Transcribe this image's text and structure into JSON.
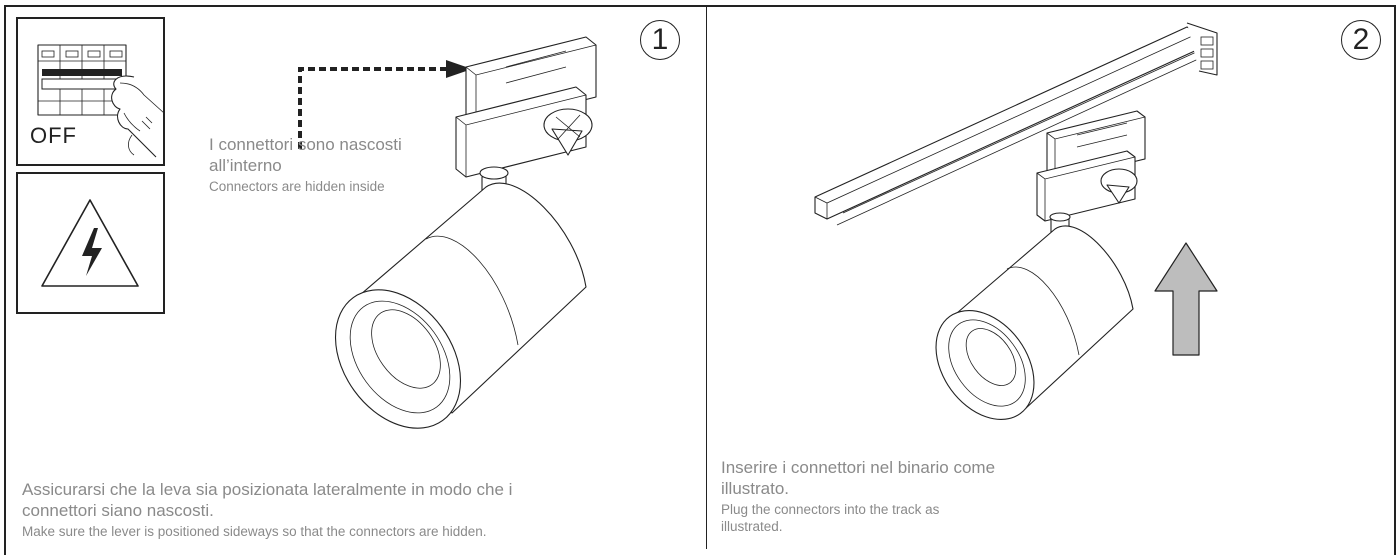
{
  "steps": [
    {
      "number": "1",
      "icons": {
        "breaker_label": "OFF",
        "warning_icon": "high-voltage-warning-icon",
        "breaker_icon": "circuit-breaker-off-icon"
      },
      "callout": {
        "it": "I connettori sono nascosti all’interno",
        "en": "Connectors are hidden inside"
      },
      "caption": {
        "it": "Assicurarsi che la leva sia posizionata lateralmente in modo che i connettori siano nascosti.",
        "en": "Make sure the lever is positioned sideways so that the connectors are hidden."
      }
    },
    {
      "number": "2",
      "caption": {
        "it": "Inserire i connettori nel binario come illustrato.",
        "en": "Plug the connectors into the track as illustrated."
      }
    }
  ],
  "colors": {
    "frame": "#222222",
    "text": "#8a8a8a",
    "arrow_fill": "#bdbdbd"
  }
}
